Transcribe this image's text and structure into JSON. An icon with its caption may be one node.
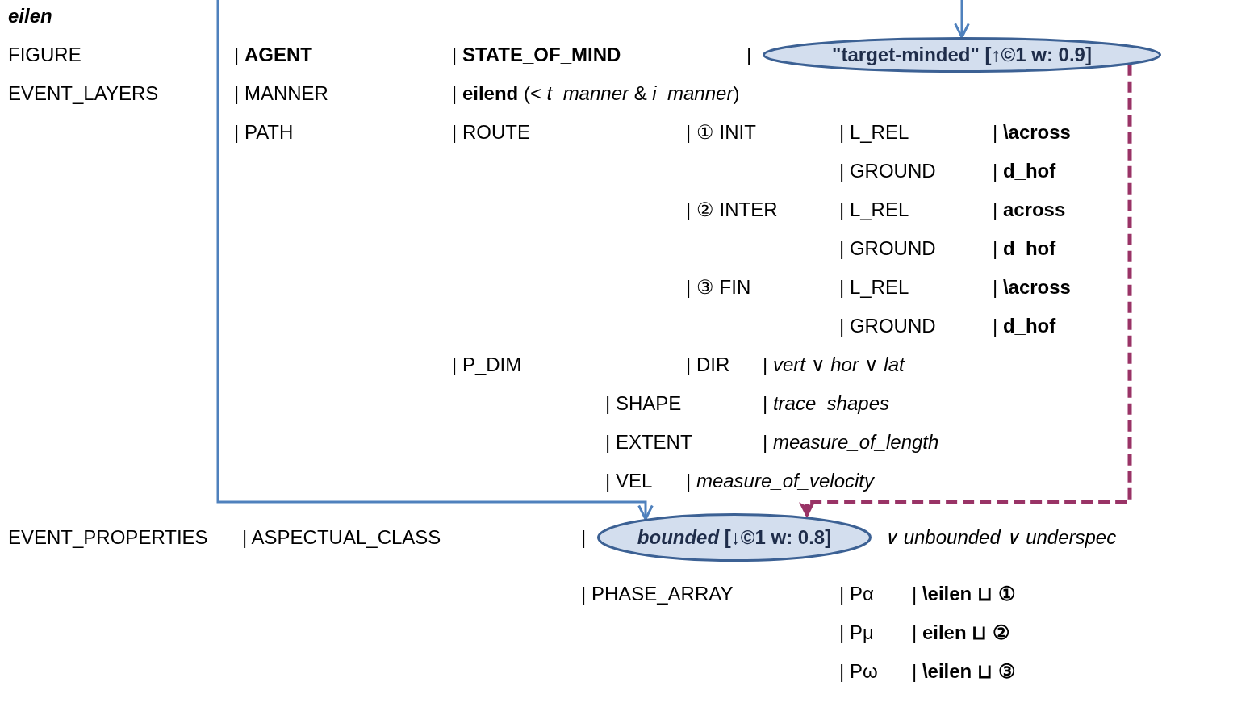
{
  "diagram": {
    "nodes": [
      {
        "text": [
          "\"target-minded\" [↑©1 w: 0.9]"
        ]
      },
      {
        "text": [
          "*bounded* [↓©1 w: 0.8]"
        ]
      }
    ],
    "edges": [
      {
        "from": null,
        "to": 0,
        "arrow": "to"
      },
      {
        "from": null,
        "to": 1,
        "arrow": "to"
      },
      {
        "from": 0,
        "to": 1,
        "arrow": "to",
        "style": "dashed",
        "color": "#993366"
      }
    ],
    "labels": [
      "eilen",
      "FIGURE",
      "| **AGENT**",
      "| **STATE_OF_MIND**",
      "|",
      "EVENT_LAYERS",
      "| MANNER",
      "| **eilend** (< *t_manner* & *i_manner*)",
      "| PATH",
      "| ROUTE",
      "| ① INIT",
      "| L_REL",
      "| **\\across**",
      "| GROUND",
      "| **d_hof**",
      "| ② INTER",
      "| L_REL",
      "| **across**",
      "| GROUND",
      "| **d_hof**",
      "| ③ FIN",
      "| L_REL",
      "| **\\across**",
      "| GROUND",
      "| **d_hof**",
      "| P_DIM",
      "| DIR",
      "| *vert* ∨ *hor* ∨ *lat*",
      "| SHAPE",
      "| *trace_shapes*",
      "| EXTENT",
      "| *measure_of_length*",
      "| VEL",
      "| *measure_of_velocity*",
      "EVENT_PROPERTIES",
      "| ASPECTUAL_CLASS",
      "|",
      "∨ unbounded ∨ underspec",
      "| PHASE_ARRAY",
      "| Pα",
      "| **\\eilen ⊔ ①**",
      "| Pμ",
      "| **eilen ⊔ ②**",
      "| Pω",
      "| **\\eilen  ⊔ ③**"
    ]
  }
}
